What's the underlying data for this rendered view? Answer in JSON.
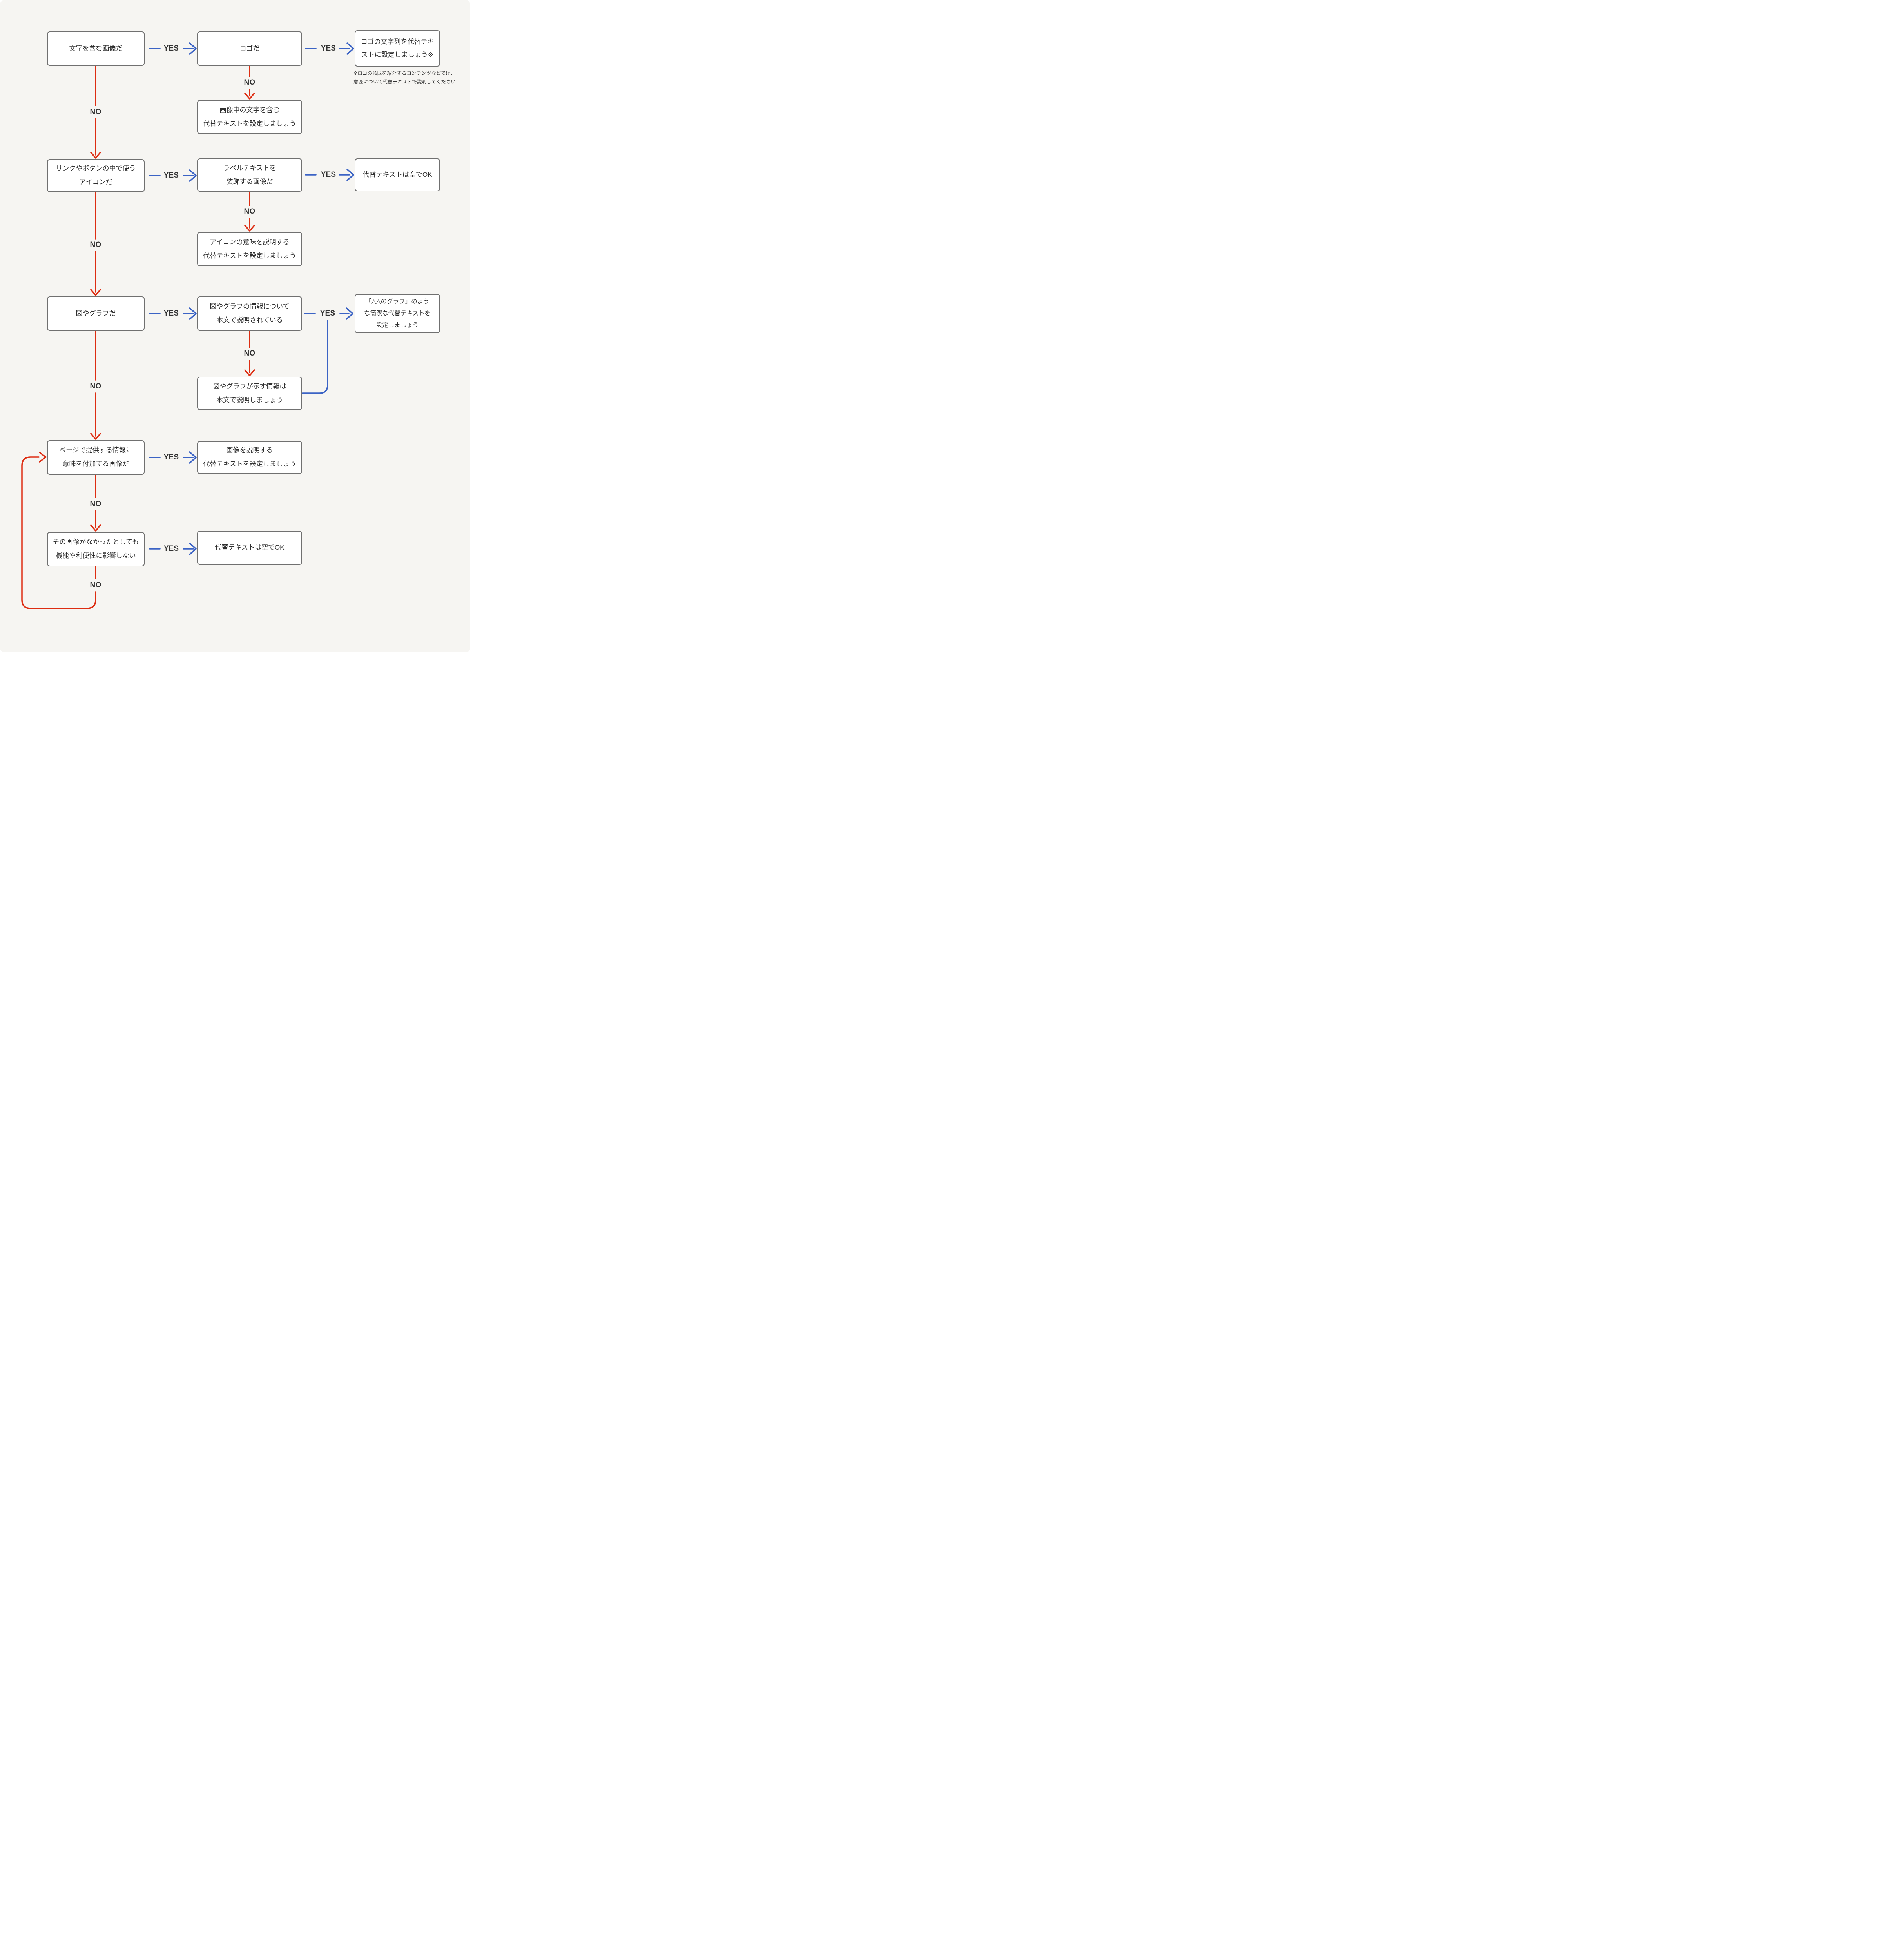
{
  "labels": {
    "yes": "YES",
    "no": "NO"
  },
  "colors": {
    "yes_blue": "#3b63c5",
    "no_red": "#dd2d12",
    "box_border": "#707070",
    "box_background": "#ffffff",
    "text": "#2e2e2e",
    "background": "#f6f5f2"
  },
  "nodes": {
    "q_text_image": {
      "text": "文字を含む画像だ"
    },
    "q_logo": {
      "text": "ロゴだ"
    },
    "a_logo_alt": {
      "text": "ロゴの文字列を代替テキ\nストに設定しましょう※"
    },
    "a_text_alt": {
      "text": "画像中の文字を含む\n代替テキストを設定しましょう"
    },
    "q_icon": {
      "text": "リンクやボタンの中で使う\nアイコンだ"
    },
    "q_label_decor": {
      "text": "ラベルテキストを\n装飾する画像だ"
    },
    "a_empty_alt_icon": {
      "text": "代替テキストは空でOK"
    },
    "a_icon_meaning": {
      "text": "アイコンの意味を説明する\n代替テキストを設定しましょう"
    },
    "q_chart": {
      "text": "図やグラフだ"
    },
    "q_chart_explained": {
      "text": "図やグラフの情報について\n本文で説明されている"
    },
    "a_chart_concise": {
      "text": "「△△のグラフ」のよう\nな簡潔な代替テキストを\n設定しましょう"
    },
    "a_chart_body": {
      "text": "図やグラフが示す情報は\n本文で説明しましょう"
    },
    "q_meaning": {
      "text": "ページで提供する情報に\n意味を付加する画像だ"
    },
    "a_describe": {
      "text": "画像を説明する\n代替テキストを設定しましょう"
    },
    "q_no_impact": {
      "text": "その画像がなかったとしても\n機能や利便性に影響しない"
    },
    "a_empty_alt_final": {
      "text": "代替テキストは空でOK"
    }
  },
  "note": {
    "text": "※ロゴの意匠を紹介するコンテンツなどでは、\n意匠について代替テキストで説明してください"
  }
}
